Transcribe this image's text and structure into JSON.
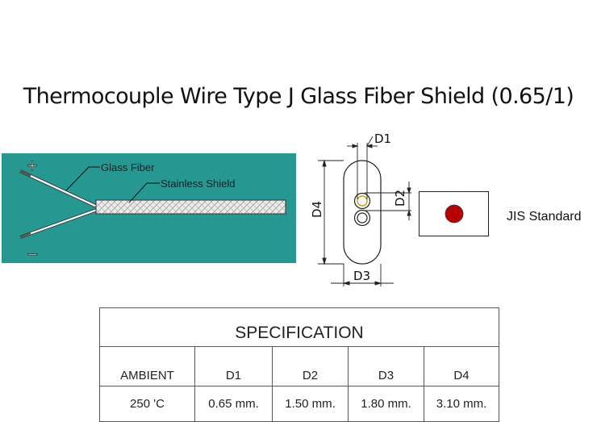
{
  "title": "Thermocouple Wire Type J Glass Fiber Shield (0.65/1)",
  "wire_diagram": {
    "positive_symbol": "+",
    "negative_symbol": "−",
    "labels": {
      "glass_fiber": "Glass Fiber",
      "stainless_shield": "Stainless Shield"
    },
    "colors": {
      "background": "#279891",
      "shield": "#e4e4e4",
      "wire": "#f2f2f2"
    }
  },
  "cross_section": {
    "dimensions": {
      "d1": "D1",
      "d2": "D2",
      "d3": "D3",
      "d4": "D4"
    }
  },
  "jis": {
    "label": "JIS Standard",
    "dot_color": "#b80000"
  },
  "spec": {
    "title": "SPECIFICATION",
    "columns": [
      "AMBIENT",
      "D1",
      "D2",
      "D3",
      "D4"
    ],
    "values": [
      "250 'C",
      "0.65 mm.",
      "1.50 mm.",
      "1.80 mm.",
      "3.10 mm."
    ]
  }
}
